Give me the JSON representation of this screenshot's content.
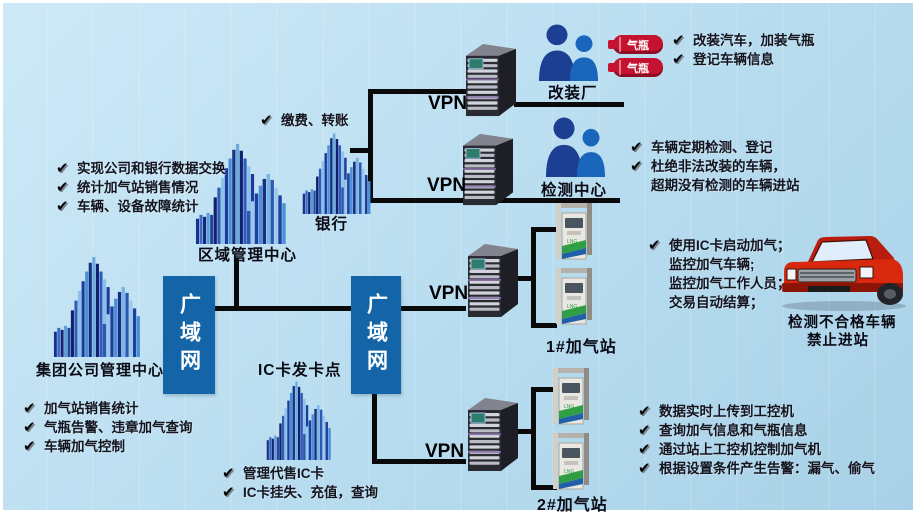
{
  "icons": {
    "check": "✔"
  },
  "badges": {
    "gas_cylinder": "气瓶"
  },
  "colors": {
    "background": "#bcdff1",
    "wan_box": "#1465a8",
    "line": "#0a0a0a",
    "cylinder_red": "#c51230",
    "car_red": "#d8290f",
    "person_dark_blue": "#1c3e93",
    "person_medium_blue": "#1b66bd"
  },
  "nodes": {
    "regional_center_label": "区域管理中心",
    "bank_label": "银行",
    "group_center_label": "集团公司管理中心",
    "ic_point_label": "IC卡发卡点",
    "wan_left_label": "广域网",
    "wan_right_label": "广域网",
    "vpn1_label": "VPN",
    "vpn2_label": "VPN",
    "vpn3_label": "VPN",
    "vpn4_label": "VPN",
    "mod_factory_label": "改装厂",
    "inspection_center_label": "检测中心",
    "station1_label": "1#加气站",
    "station2_label": "2#加气站",
    "car_caption_line1": "检测不合格车辆",
    "car_caption_line2": "禁止进站"
  },
  "checklists": {
    "regional": [
      {
        "check": true,
        "text": "实现公司和银行数据交换"
      },
      {
        "check": true,
        "text": "统计加气站销售情况"
      },
      {
        "check": true,
        "text": "车辆、设备故障统计"
      }
    ],
    "bank": [
      {
        "check": true,
        "text": "缴费、转账"
      }
    ],
    "group": [
      {
        "check": true,
        "text": "加气站销售统计"
      },
      {
        "check": true,
        "text": "气瓶告警、违章加气查询"
      },
      {
        "check": true,
        "text": "车辆加气控制"
      }
    ],
    "ic_card": [
      {
        "check": true,
        "text": "管理代售IC卡"
      },
      {
        "check": true,
        "text": "IC卡挂失、充值，查询"
      }
    ],
    "mod_factory": [
      {
        "check": true,
        "text": "改装汽车，加装气瓶"
      },
      {
        "check": true,
        "text": "登记车辆信息"
      }
    ],
    "inspection": [
      {
        "check": true,
        "text": "车辆定期检测、登记"
      },
      {
        "check": true,
        "text": "杜绝非法改装的车辆，"
      },
      {
        "check": false,
        "text": "超期没有检测的车辆进站"
      }
    ],
    "station1": [
      {
        "check": true,
        "text": "使用IC卡启动加气；"
      },
      {
        "check": false,
        "text": "监控加气车辆;"
      },
      {
        "check": false,
        "text": "监控加气工作人员；"
      },
      {
        "check": false,
        "text": "交易自动结算；"
      }
    ],
    "station2": [
      {
        "check": true,
        "text": "数据实时上传到工控机"
      },
      {
        "check": true,
        "text": "查询加气信息和气瓶信息"
      },
      {
        "check": true,
        "text": "通过站上工控机控制加气机"
      },
      {
        "check": true,
        "text": "根据设置条件产生告警：漏气、偷气"
      }
    ]
  }
}
